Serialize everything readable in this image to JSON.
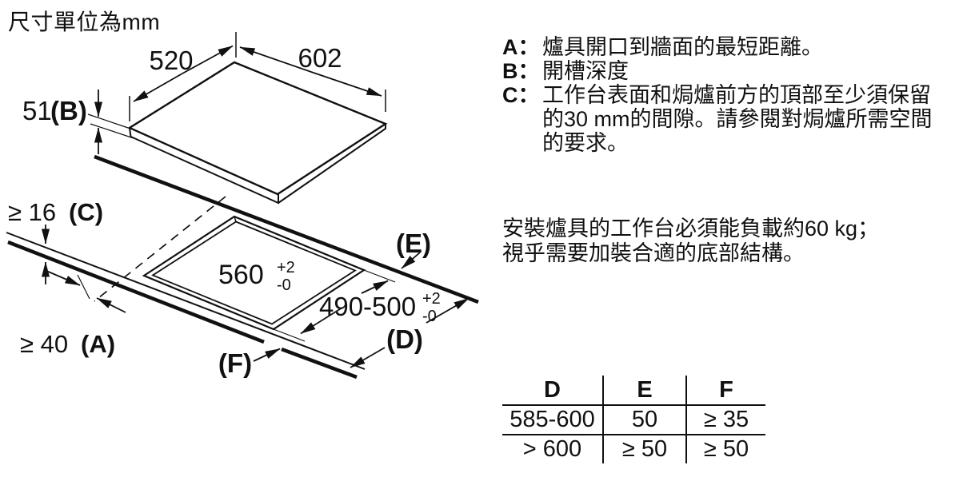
{
  "unit_note": "尺寸單位為mm",
  "definitions": [
    {
      "key": "A：",
      "text": "爐具開口到牆面的最短距離。"
    },
    {
      "key": "B：",
      "text": "開槽深度"
    },
    {
      "key": "C：",
      "text": "工作台表面和焗爐前方的頂部至少須保留的30 mm的間隙。請參閱對焗爐所需空間的要求。"
    }
  ],
  "load_note": {
    "line1": "安裝爐具的工作台必須能負載約60 kg；",
    "line2": "視乎需要加裝合適的底部結構。"
  },
  "diagram": {
    "top_width": "602",
    "top_depth": "520",
    "height_value": "51",
    "height_label": "(B)",
    "cutout_width": "560",
    "cutout_depth": "490-500",
    "tol_plus": "+2",
    "tol_minus": "-0",
    "clearance_c_value": "≥ 16",
    "clearance_c_label": "(C)",
    "clearance_a_value": "≥ 40",
    "clearance_a_label": "(A)",
    "label_e": "(E)",
    "label_d": "(D)",
    "label_f": "(F)"
  },
  "table": {
    "headers": [
      "D",
      "E",
      "F"
    ],
    "rows": [
      [
        "585-600",
        "50",
        "≥ 35"
      ],
      [
        "> 600",
        "≥ 50",
        "≥ 50"
      ]
    ]
  },
  "colors": {
    "ink": "#111111",
    "background": "#ffffff"
  }
}
